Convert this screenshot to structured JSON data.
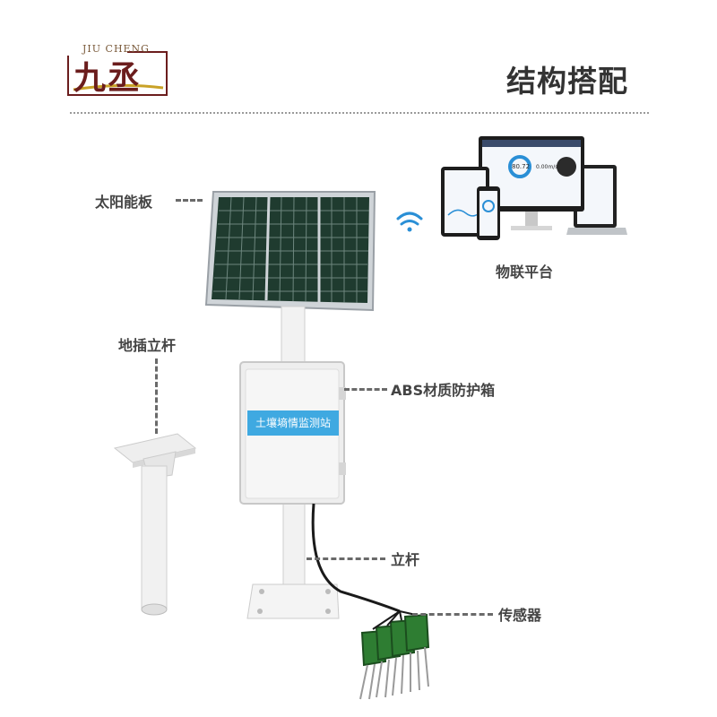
{
  "logo": {
    "text_en": "JIU CHENG",
    "text_cn": "九丞"
  },
  "page_title": "结构搭配",
  "callouts": {
    "solar_panel": "太阳能板",
    "iot_platform": "物联平台",
    "ground_pole": "地插立杆",
    "enclosure": "ABS材质防护箱",
    "pole": "立杆",
    "sensor": "传感器"
  },
  "enclosure_label": "土壤墒情监测站",
  "platform_screen": {
    "gauge_value": "80.72",
    "speed_value": "0.00m/s"
  },
  "colors": {
    "title": "#333333",
    "label": "#444444",
    "accent_blue": "#3fa9e1",
    "logo_red": "#6b1d1d",
    "sensor_green": "#2e7d32"
  }
}
